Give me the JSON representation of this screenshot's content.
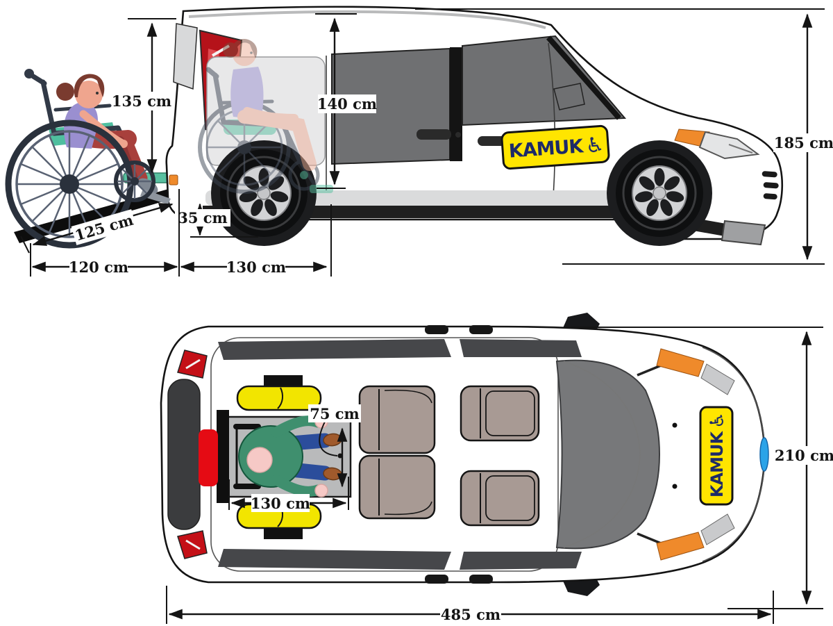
{
  "title": "Wheelchair accessible van dimensions diagram",
  "brand": {
    "logo_text": "KAMUK",
    "wheelchair_glyph": "♿",
    "logo_bg": "#ffe500",
    "logo_text_color": "#1d2a68"
  },
  "side_view": {
    "description": "Side view of van with wheelchair ramp deployed and wheelchair user",
    "dimensions": {
      "rear_door_height": {
        "label": "135 cm"
      },
      "interior_height": {
        "label": "140 cm"
      },
      "vehicle_height": {
        "label": "185 cm"
      },
      "ramp_length": {
        "label": "125 cm"
      },
      "ground_clearance": {
        "label": "35 cm"
      },
      "ramp_footprint": {
        "label": "120 cm"
      },
      "rear_section_length": {
        "label": "130 cm"
      }
    }
  },
  "top_view": {
    "description": "Top view of van showing wheelchair space and seating layout",
    "dimensions": {
      "door_opening_width": {
        "label": "75 cm"
      },
      "wheelchair_space_length": {
        "label": "130 cm"
      },
      "vehicle_length": {
        "label": "485 cm"
      },
      "vehicle_width": {
        "label": "210 cm"
      }
    }
  },
  "colors": {
    "line_art": "#141414",
    "window_dark": "#6f7072",
    "window_light": "#e8e8e9",
    "seat_taupe": "#a89a94",
    "wheelchair_zone_gray": "#b9babb",
    "bench_yellow": "#f2e500",
    "accent_red": "#e50b14",
    "tail_light_red": "#c41017",
    "platform_teal": "#58c0a0",
    "marker_orange": "#ef8a2b",
    "badge_blue": "#2ba3e8",
    "person_jacket_green": "#3f8f6e",
    "person_pants_blue": "#2b4d9b",
    "ramp_black": "#0d0d0d",
    "woman_top_lavender": "#9a8fd0",
    "woman_pants_maroon": "#a8403c"
  }
}
